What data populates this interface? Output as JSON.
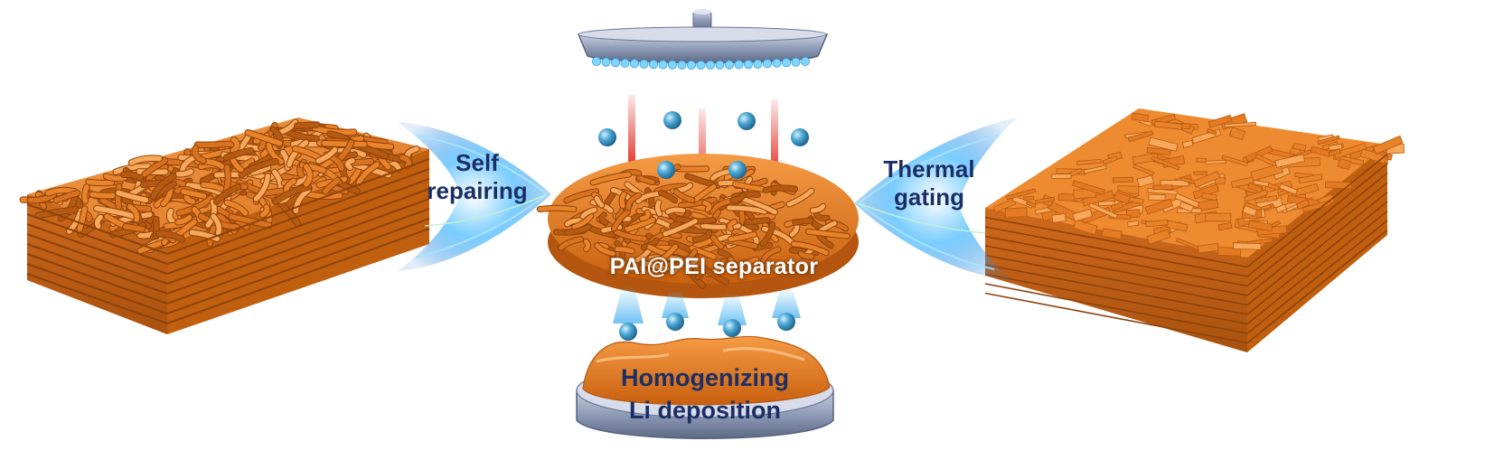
{
  "labels": {
    "self_repairing": [
      "Self",
      "repairing"
    ],
    "thermal_gating": [
      "Thermal",
      "gating"
    ],
    "separator": "PAI@PEI separator",
    "bottom": [
      "Homogenizing",
      "Li deposition"
    ]
  },
  "colors": {
    "fiber": "#e9832a",
    "fiber_dark": "#b65a12",
    "fiber_light": "#f7a85a",
    "metal": "#8e9bb6",
    "metal_dark": "#5d6a86",
    "glow_blue": "#4fb6ff",
    "arrow_red": "#e0261f",
    "label_navy": "#1b2f66",
    "ion": "#3d97c7"
  },
  "icons": {
    "top_plate": "shower-head-electrode-icon",
    "bottom_plate": "lithium-anode-icon",
    "ions": "lithium-ion-sphere-icon",
    "arrows": "downward-arrow-icon",
    "wings": "blue-glow-wing-icon"
  }
}
